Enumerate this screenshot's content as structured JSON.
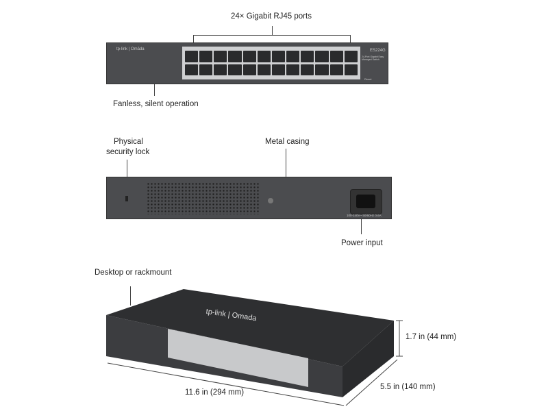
{
  "labels": {
    "ports": "24× Gigabit RJ45 ports",
    "fanless": "Fanless, silent operation",
    "lock_line1": "Physical",
    "lock_line2": "security lock",
    "casing": "Metal casing",
    "power": "Power input",
    "mount": "Desktop or rackmount",
    "height": "1.7 in (44 mm)",
    "depth": "5.5  in (140 mm)",
    "width": "11.6  in (294 mm)"
  },
  "device": {
    "brand": "tp-link | Omāda",
    "model": "ES224G",
    "description": "24-Port Gigabit Easy Managed Switch",
    "power_rating": "100-240V~ 50/60Hz 0.6A",
    "reset": "Reset"
  },
  "colors": {
    "chassis": "#4b4c4f",
    "port_panel": "#cfd0d2",
    "line": "#444444"
  }
}
